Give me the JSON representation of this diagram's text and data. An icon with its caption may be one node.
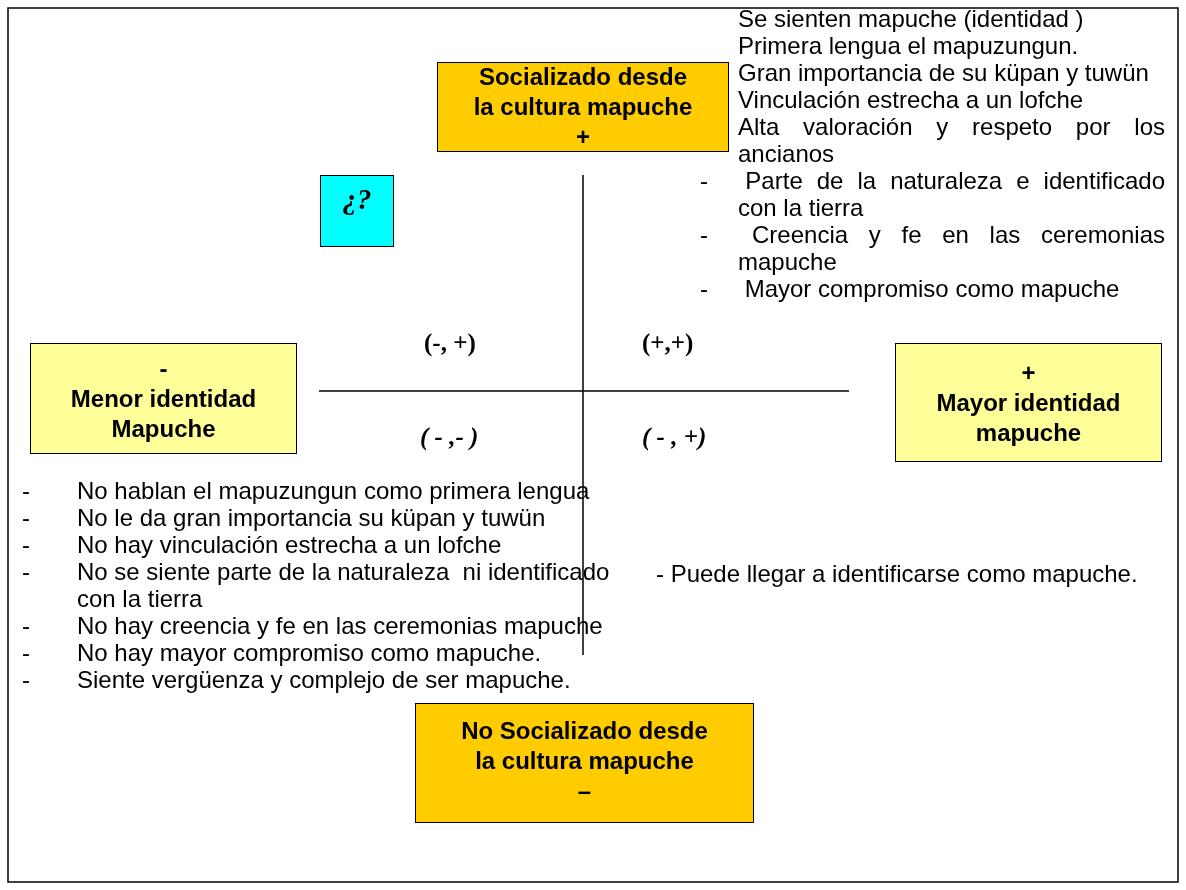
{
  "diagram": {
    "nodes": [
      {
        "text": [
          "Socializado desde la cultura mapuche",
          "+"
        ]
      },
      {
        "text": [
          "¿?"
        ]
      },
      {
        "text": [
          "-",
          "Menor  identidad Mapuche"
        ]
      },
      {
        "text": [
          "+",
          "Mayor  identidad mapuche"
        ]
      },
      {
        "text": [
          "No Socializado desde la cultura  mapuche",
          "–"
        ]
      }
    ],
    "labels": [
      "Se sienten mapuche (identidad )",
      "Primera lengua el mapuzungun.",
      "Gran importancia de su küpan y tuwün",
      "Vinculación estrecha a un lofche",
      "Alta valoración y respeto por los ancianos",
      "-\tParte de la naturaleza e identificado con la tierra",
      "-\tCreencia y fe en las ceremonias mapuche",
      "-\t Mayor compromiso como mapuche",
      "(-, +)",
      "(+,+)",
      "( - ,- )",
      "( - , +)",
      "-\tNo hablan el mapuzungun como primera lengua",
      "-\tNo le da gran importancia su küpan y tuwün",
      "-\tNo hay vinculación estrecha a un lofche",
      "-\tNo se siente parte de la naturaleza  ni identificado  con la tierra",
      "-\tNo hay creencia y fe en las ceremonias mapuche",
      "-\tNo hay mayor compromiso como mapuche.",
      "-\tSiente vergüenza y complejo de ser mapuche.",
      "- Puede llegar a identificarse como mapuche."
    ]
  }
}
